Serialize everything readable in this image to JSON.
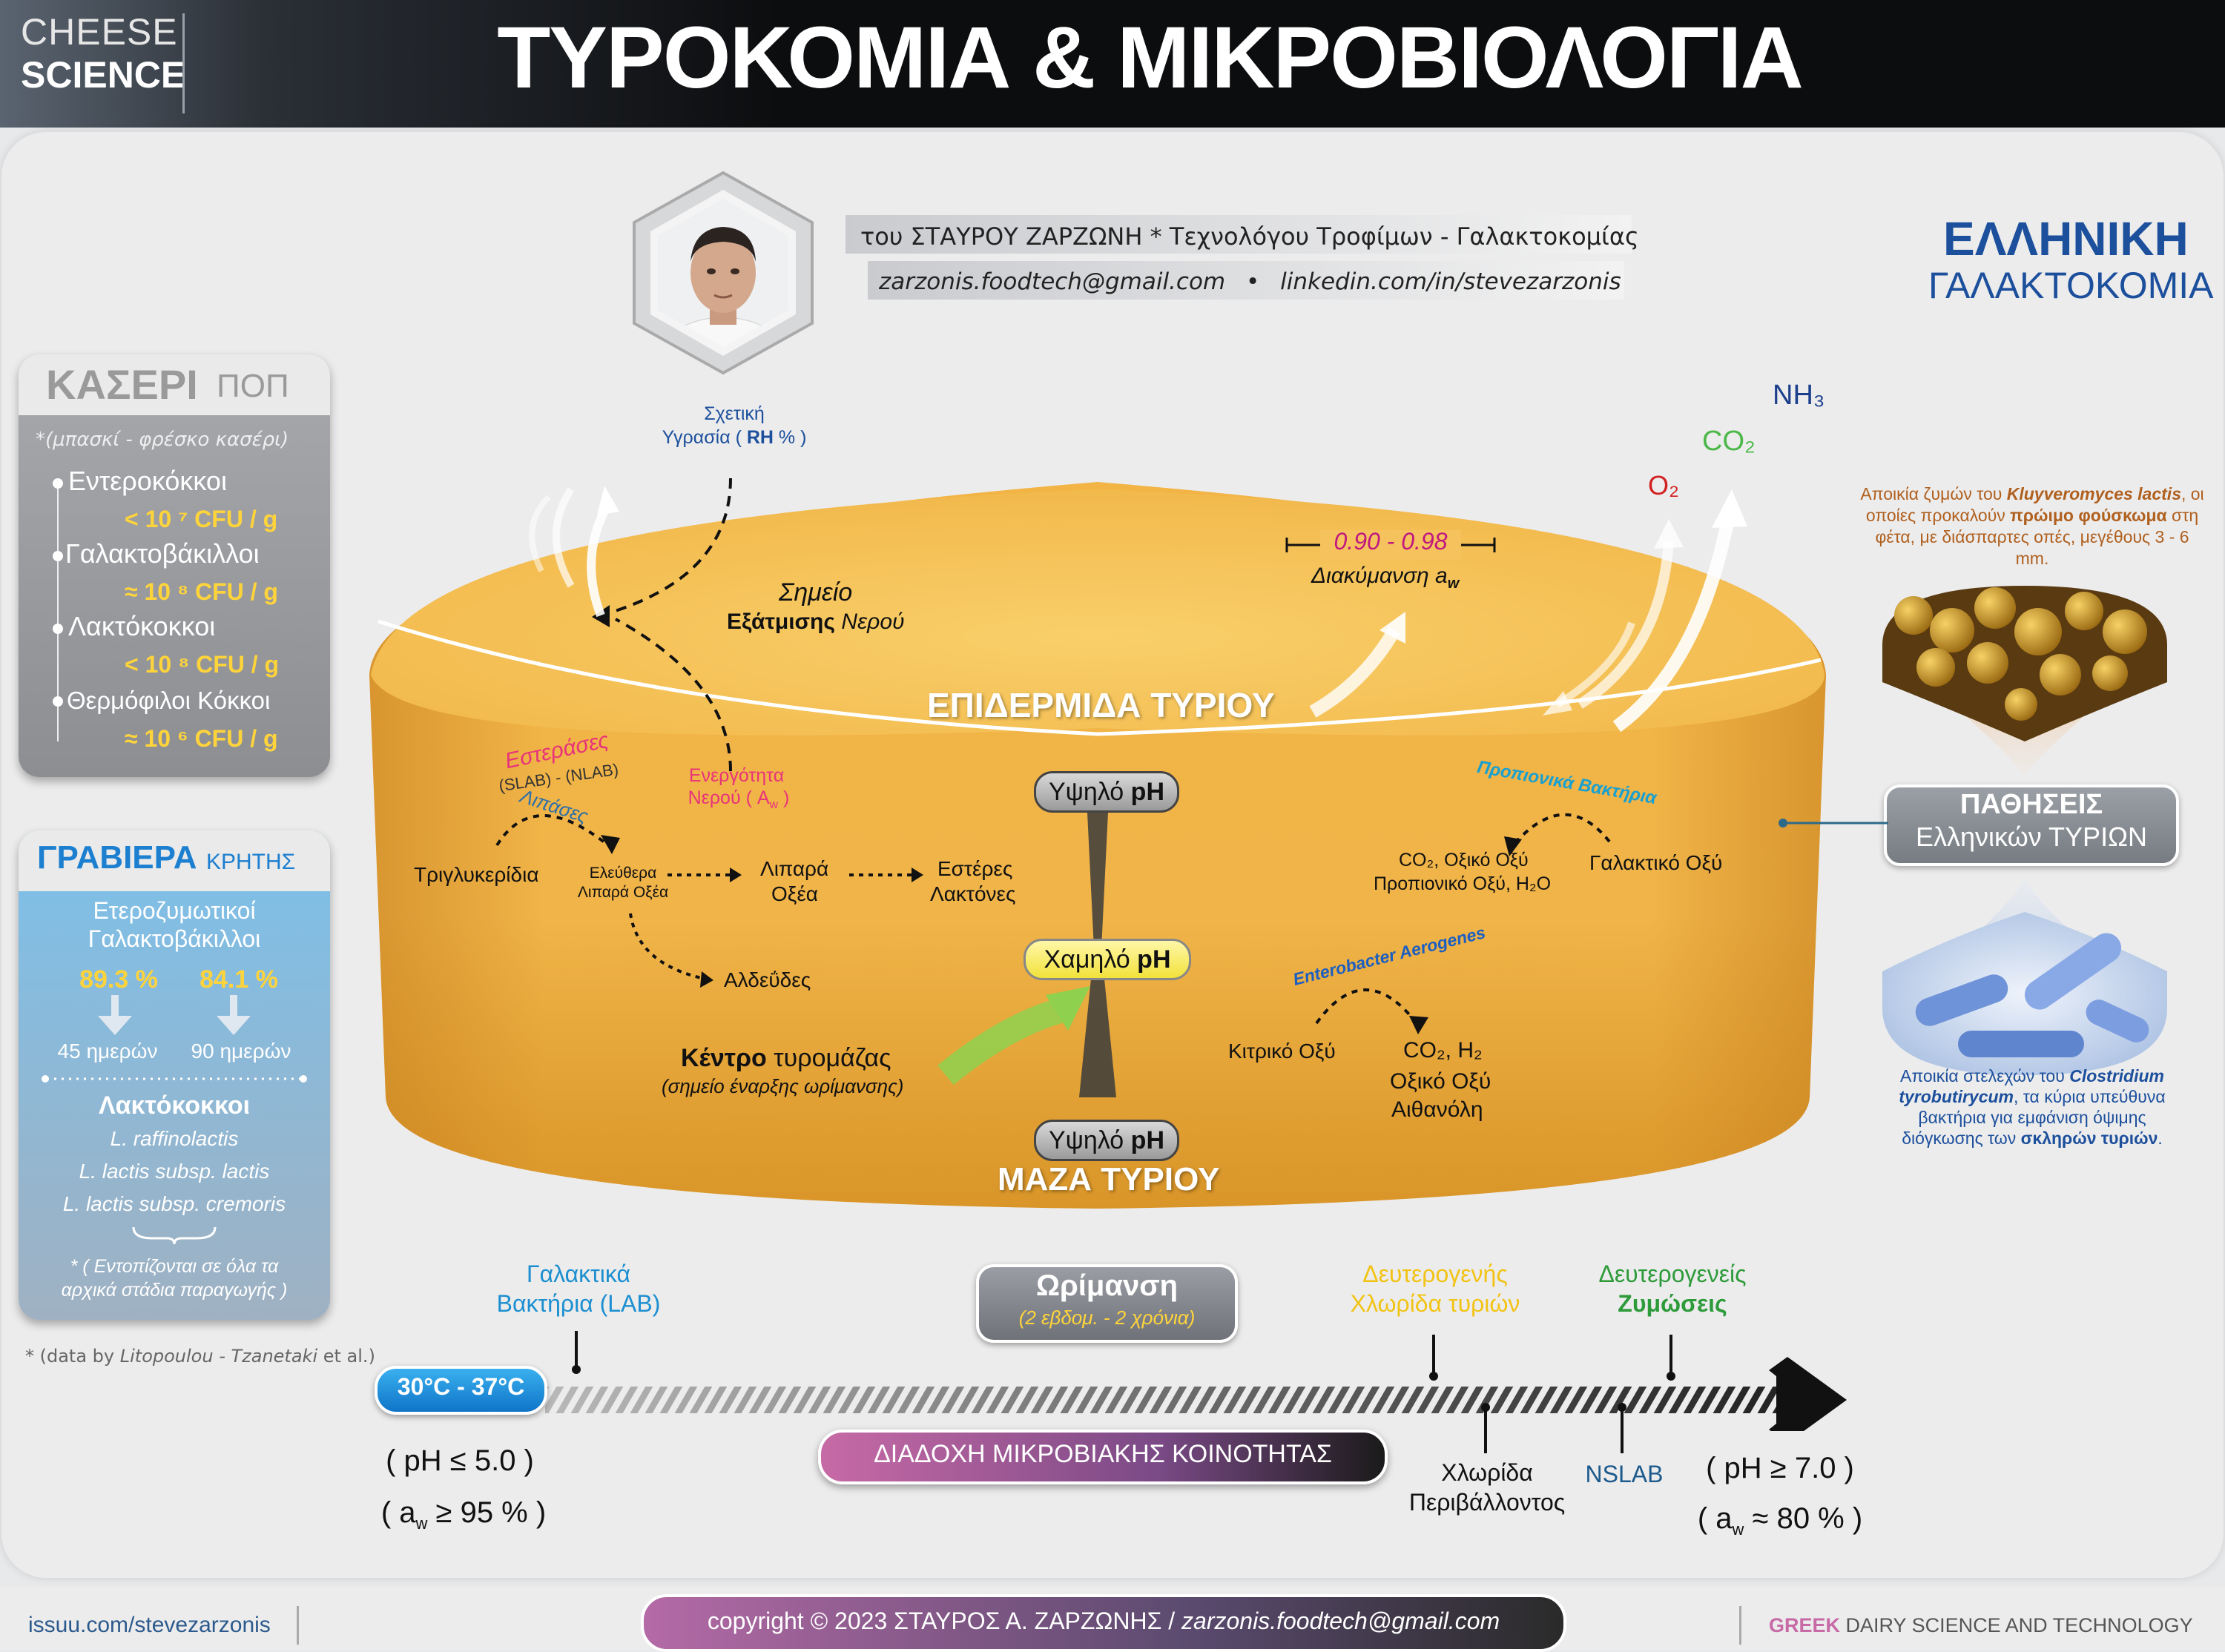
{
  "header": {
    "brand_line1": "CHEESE",
    "brand_line2": "SCIENCE",
    "title": "ΤΥΡΟΚΟΜΙΑ & ΜΙΚΡΟΒΙΟΛΟΓΙΑ"
  },
  "author": {
    "line1": "του  ΣΤΑΥΡΟΥ ΖΑΡΖΩΝΗ  * Τεχνολόγου Τροφίμων - Γαλακτοκομίας",
    "email": "zarzonis.foodtech@gmail.com",
    "linkedin": "linkedin.com/in/stevezarzonis",
    "separator": "•"
  },
  "hellenic": {
    "line1": "ΕΛΛΗΝΙΚΗ",
    "line2": "ΓΑΛΑΚΤΟΚΟΜΙΑ"
  },
  "kaseri": {
    "title_main": "ΚΑΣΕΡΙ",
    "title_pop": "ΠΟΠ",
    "subtitle": "*(μπασκί - φρέσκο κασέρι)",
    "items": [
      {
        "name": "Εντεροκόκκοι",
        "value": "< 10 ⁷ CFU / g"
      },
      {
        "name": "Γαλακτοβάκιλλοι",
        "value": "≈ 10 ⁸ CFU / g"
      },
      {
        "name": "Λακτόκοκκοι",
        "value": "< 10 ⁸ CFU / g"
      },
      {
        "name": "Θερμόφιλοι Κόκκοι",
        "value": "≈ 10 ⁶ CFU / g"
      }
    ]
  },
  "graviera": {
    "title_main": "ΓΡΑΒΙΕΡΑ",
    "title_sub": "ΚΡΗΤΗΣ",
    "hetero_line1": "Ετεροζυμωτικοί",
    "hetero_line2": "Γαλακτοβάκιλλοι",
    "pct1": "89.3 %",
    "pct2": "84.1 %",
    "days1": "45 ημερών",
    "days2": "90 ημερών",
    "lacto_title": "Λακτόκοκκοι",
    "species": [
      "L. raffinolactis",
      "L. lactis subsp. lactis",
      "L. lactis subsp. cremoris"
    ],
    "note_line1": "* ( Εντοπίζονται σε όλα τα",
    "note_line2": "αρχικά στάδια παραγωγής )",
    "credit_prefix": "* (data by ",
    "credit_authors": "Litopoulou - Tzanetaki",
    "credit_suffix": " et al.)"
  },
  "cheese": {
    "rh_line1": "Σχετική",
    "rh_line2_a": "Υγρασία ( ",
    "rh_line2_b": "RH",
    "rh_line2_c": " % )",
    "evap_line1": "Σημείο",
    "evap_line2_a": "Εξάτμισης",
    "evap_line2_b": " Νερού",
    "aw_range": "0.90 - 0.98",
    "aw_label": "Διακύμανση a",
    "aw_sub": "w",
    "skin_label": "ΕΠΙΔΕΡΜΙΔΑ ΤΥΡΙΟΥ",
    "mass_label": "ΜΑΖΑ ΤΥΡΙΟΥ",
    "esterases": "Εστεράσες",
    "slab": "(SLAB) - (NLAB)",
    "lipases": "Λιπάσες",
    "water_activity_line1": "Ενεργότητα",
    "water_activity_line2": "Νερού ( A",
    "water_activity_sub": "w",
    "water_activity_end": " )",
    "triglycerides": "Τριγλυκερίδια",
    "ffa_line1": "Ελεύθερα",
    "ffa_line2": "Λιπαρά Οξέα",
    "fa_line1": "Λιπαρά",
    "fa_line2": "Οξέα",
    "esters_line1": "Εστέρες",
    "esters_line2": "Λακτόνες",
    "aldehydes": "Αλδεΰδες",
    "center_a": "Κέντρο",
    "center_b": " τυρομάζας",
    "center_sub": "(σημείο έναρξης ωρίμανσης)",
    "ph_high_top": "Υψηλό ",
    "ph_low": "Χαμηλό ",
    "ph_high_bottom": "Υψηλό ",
    "ph_word": "pH",
    "propionic": "Προπιονικά Βακτήρια",
    "co2_acetic": "CO₂, Οξικό Οξύ",
    "propionic_acid": "Προπιονικό Οξύ, H₂O",
    "lactic_acid": "Γαλακτικό Οξύ",
    "enterobacter": "Enterobacter Aerogenes",
    "citric": "Κιτρικό Οξύ",
    "co2_h2": "CO₂, H₂",
    "acetic": "Οξικό Οξύ",
    "ethanol": "Αιθανόλη",
    "o2": "O₂",
    "co2": "CO₂",
    "nh3": "NH₃"
  },
  "right": {
    "yeast_a": "Αποικία ζυμών του ",
    "yeast_b": "Kluyveromyces lactis",
    "yeast_c": ", οι οποίες προκαλούν ",
    "yeast_d": "πρώιμο φούσκωμα",
    "yeast_e": " στη φέτα, με διάσπαρτες οπές, μεγέθους 3 - 6 mm.",
    "patheseis_title": "ΠΑΘΗΣΕΙΣ",
    "patheseis_sub": "Ελληνικών ΤΥΡΙΩΝ",
    "clostr_a": "Αποικία στελεχών του ",
    "clostr_b": "Clostridium tyrobutirycum",
    "clostr_c": ", τα κύρια υπεύθυνα βακτήρια για εμφάνιση όψιμης διόγκωσης των ",
    "clostr_d": "σκληρών τυριών",
    "clostr_e": "."
  },
  "timeline": {
    "lab_line1": "Γαλακτικά",
    "lab_line2": "Βακτήρια (LAB)",
    "ripening": "Ωρίμανση",
    "ripening_sub": "(2 εβδομ. - 2 χρόνια)",
    "secondary_flora_line1": "Δευτερογενής",
    "secondary_flora_line2": "Χλωρίδα τυριών",
    "secondary_ferm_line1": "Δευτερογενείς",
    "secondary_ferm_line2": "Ζυμώσεις",
    "temp": "30°C - 37°C",
    "succession": "ΔΙΑΔΟΧΗ ΜΙΚΡΟΒΙΑΚΗΣ ΚΟΙΝΟΤΗΤΑΣ",
    "env_line1": "Χλωρίδα",
    "env_line2": "Περιβάλλοντος",
    "nslab": "NSLAB",
    "left_ph": "( pH ≤ 5.0 )",
    "left_aw_a": "( a",
    "left_aw_sub": "w",
    "left_aw_b": " ≥ 95 % )",
    "right_ph": "( pH ≥ 7.0 )",
    "right_aw_a": "( a",
    "right_aw_sub": "w",
    "right_aw_b": " ≈ 80 % )"
  },
  "footer": {
    "issuu": "issuu.com/stevezarzonis",
    "copyright_a": "copyright © 2023 ΣΤΑΥΡΟΣ Α. ΖΑΡΖΩΝΗΣ  /  ",
    "copyright_b": "zarzonis.foodtech@gmail.com",
    "right_a": "GREEK",
    "right_b": " DAIRY SCIENCE AND TECHNOLOGY"
  }
}
